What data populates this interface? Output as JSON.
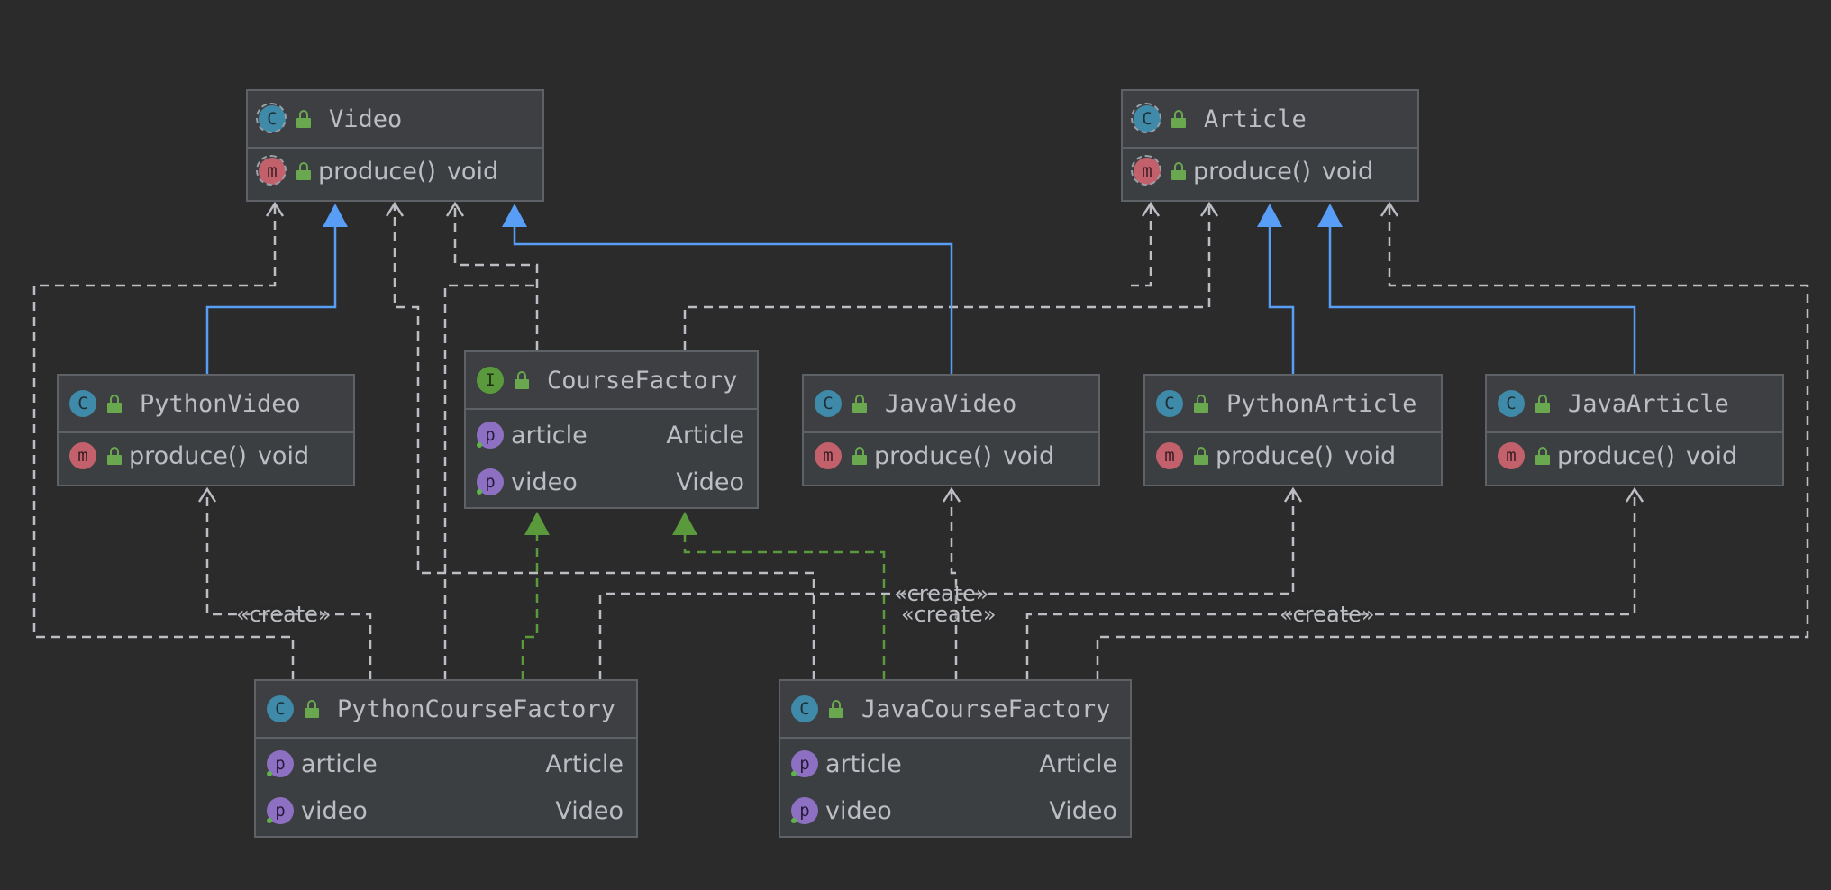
{
  "colors": {
    "background": "#2b2b2b",
    "inheritance_edge": "#589df6",
    "implementation_edge": "#5b9a3c",
    "dependency_edge": "#bcbec4",
    "class_badge": "#3f8aa8",
    "method_badge": "#c2606b",
    "interface_badge": "#5b9a3c",
    "property_badge": "#8d70c2"
  },
  "nodes": {
    "video": {
      "title": "Video",
      "kind": "abstract-class",
      "method": {
        "name": "produce()",
        "type": "void"
      }
    },
    "article": {
      "title": "Article",
      "kind": "abstract-class",
      "method": {
        "name": "produce()",
        "type": "void"
      }
    },
    "python_video": {
      "title": "PythonVideo",
      "kind": "class",
      "method": {
        "name": "produce()",
        "type": "void"
      }
    },
    "course_factory": {
      "title": "CourseFactory",
      "kind": "interface",
      "fields": [
        {
          "name": "article",
          "type": "Article"
        },
        {
          "name": "video",
          "type": "Video"
        }
      ]
    },
    "java_video": {
      "title": "JavaVideo",
      "kind": "class",
      "method": {
        "name": "produce()",
        "type": "void"
      }
    },
    "python_article": {
      "title": "PythonArticle",
      "kind": "class",
      "method": {
        "name": "produce()",
        "type": "void"
      }
    },
    "java_article": {
      "title": "JavaArticle",
      "kind": "class",
      "method": {
        "name": "produce()",
        "type": "void"
      }
    },
    "python_course_factory": {
      "title": "PythonCourseFactory",
      "kind": "class",
      "fields": [
        {
          "name": "article",
          "type": "Article"
        },
        {
          "name": "video",
          "type": "Video"
        }
      ]
    },
    "java_course_factory": {
      "title": "JavaCourseFactory",
      "kind": "class",
      "fields": [
        {
          "name": "article",
          "type": "Article"
        },
        {
          "name": "video",
          "type": "Video"
        }
      ]
    }
  },
  "badges": {
    "class": "C",
    "method": "m",
    "interface": "I",
    "property": "p"
  },
  "edge_labels": {
    "create_python_video": "«create»",
    "create_python_article": "«create»",
    "create_java_video": "«create»",
    "create_java_article": "«create»"
  }
}
